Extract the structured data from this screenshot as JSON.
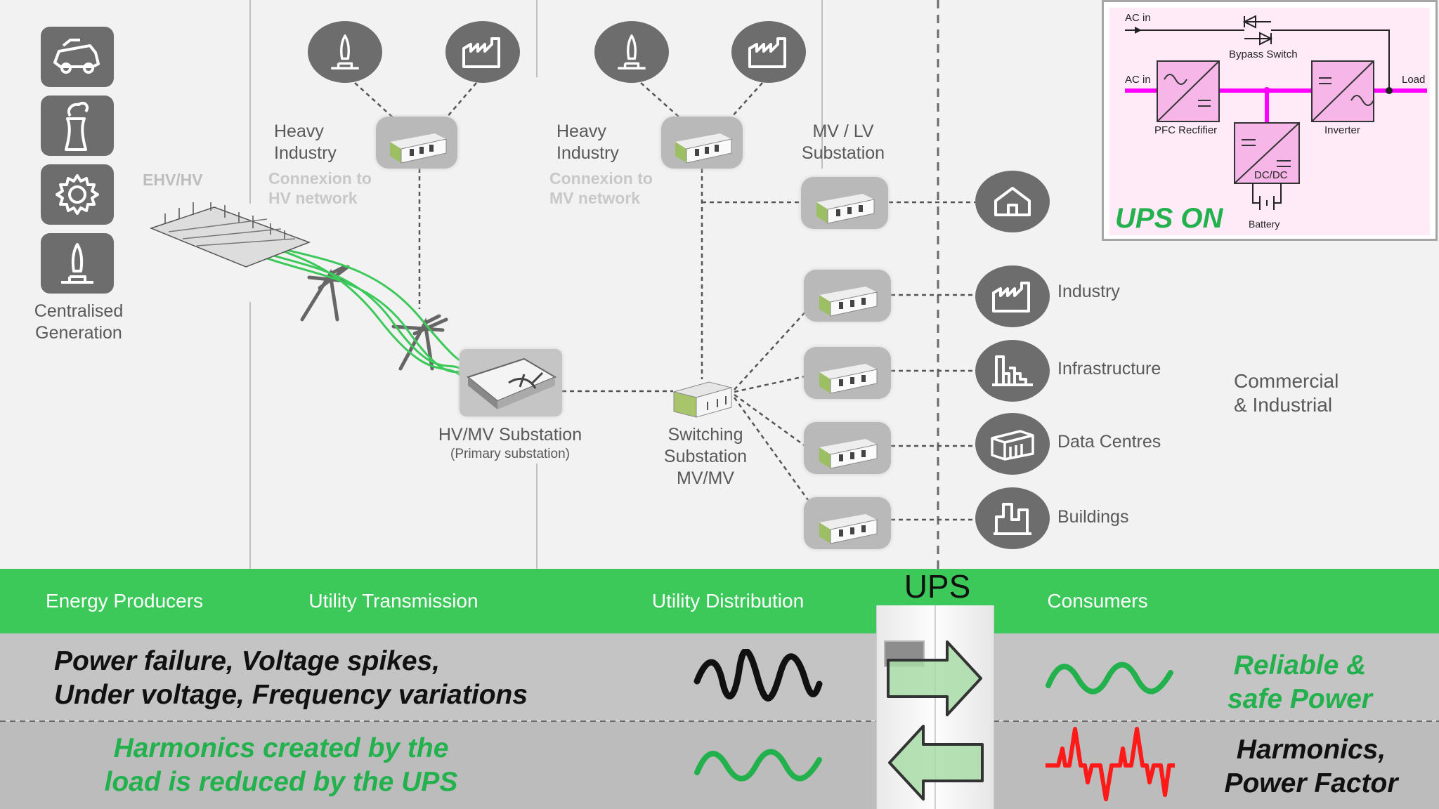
{
  "generation": {
    "label_line1": "Centralised",
    "label_line2": "Generation",
    "ehv_label": "EHV/HV"
  },
  "transmission": {
    "heavy_line1": "Heavy",
    "heavy_line2": "Industry",
    "connexion_line1": "Connexion to",
    "connexion_line2": "HV network",
    "substation_label": "HV/MV Substation",
    "substation_sub": "(Primary substation)"
  },
  "distribution": {
    "heavy_line1": "Heavy",
    "heavy_line2": "Industry",
    "connexion_line1": "Connexion to",
    "connexion_line2": "MV network",
    "mvlv_line1": "MV / LV",
    "mvlv_line2": "Substation",
    "switch_line1": "Switching",
    "switch_line2": "Substation",
    "switch_line3": "MV/MV"
  },
  "consumers": {
    "items": [
      {
        "label": "Industry",
        "icon": "factory-icon"
      },
      {
        "label": "Infrastructure",
        "icon": "infrastructure-icon"
      },
      {
        "label": "Data Centres",
        "icon": "data-centre-icon"
      },
      {
        "label": "Buildings",
        "icon": "buildings-icon"
      }
    ],
    "segment_line1": "Commercial",
    "segment_line2": "& Industrial"
  },
  "band": {
    "energy_producers": "Energy Producers",
    "utility_transmission": "Utility Transmission",
    "utility_distribution": "Utility Distribution",
    "ups": "UPS",
    "consumers": "Consumers"
  },
  "messages": {
    "problems_line1": "Power failure, Voltage spikes,",
    "problems_line2": "Under voltage, Frequency variations",
    "reliable_line1": "Reliable &",
    "reliable_line2": "safe Power",
    "harmonics_ups_line1": "Harmonics created by the",
    "harmonics_ups_line2": "load is reduced by the UPS",
    "harmonics_pf_line1": "Harmonics,",
    "harmonics_pf_line2": "Power Factor"
  },
  "inset": {
    "ac_in_top": "AC in",
    "bypass_switch": "Bypass Switch",
    "ac_in": "AC in",
    "load": "Load",
    "pfc_rectifier": "PFC Recfifier",
    "inverter": "Inverter",
    "dcdc": "DC/DC",
    "battery": "Battery",
    "ups_on": "UPS ON"
  },
  "colors": {
    "band_green": "#3cc95a",
    "accent_green": "#22b14c",
    "magenta": "#ff00ff",
    "icon_grey": "#6d6d6d",
    "lower_grey": "#bdbdbd",
    "red": "#ff1a1a"
  }
}
